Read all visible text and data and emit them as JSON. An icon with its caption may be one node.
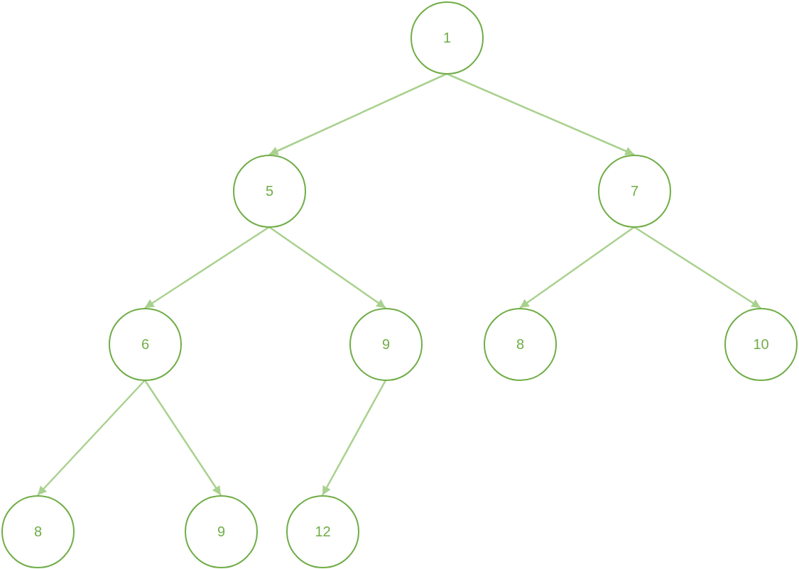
{
  "diagram": {
    "nodes": [
      {
        "text": [
          "1"
        ]
      },
      {
        "text": [
          "5"
        ]
      },
      {
        "text": [
          "7"
        ]
      },
      {
        "text": [
          "6"
        ]
      },
      {
        "text": [
          "9"
        ]
      },
      {
        "text": [
          "8"
        ]
      },
      {
        "text": [
          "10"
        ]
      },
      {
        "text": [
          "8"
        ]
      },
      {
        "text": [
          "9"
        ]
      },
      {
        "text": [
          "12"
        ]
      }
    ],
    "edges": [
      {
        "from": 0,
        "to": 1,
        "arrow": "to"
      },
      {
        "from": 0,
        "to": 2,
        "arrow": "to"
      },
      {
        "from": 1,
        "to": 3,
        "arrow": "to"
      },
      {
        "from": 1,
        "to": 4,
        "arrow": "to"
      },
      {
        "from": 2,
        "to": 5,
        "arrow": "to"
      },
      {
        "from": 2,
        "to": 6,
        "arrow": "to"
      },
      {
        "from": 3,
        "to": 7,
        "arrow": "to"
      },
      {
        "from": 3,
        "to": 8,
        "arrow": "to"
      },
      {
        "from": 4,
        "to": 9,
        "arrow": "to"
      }
    ]
  }
}
